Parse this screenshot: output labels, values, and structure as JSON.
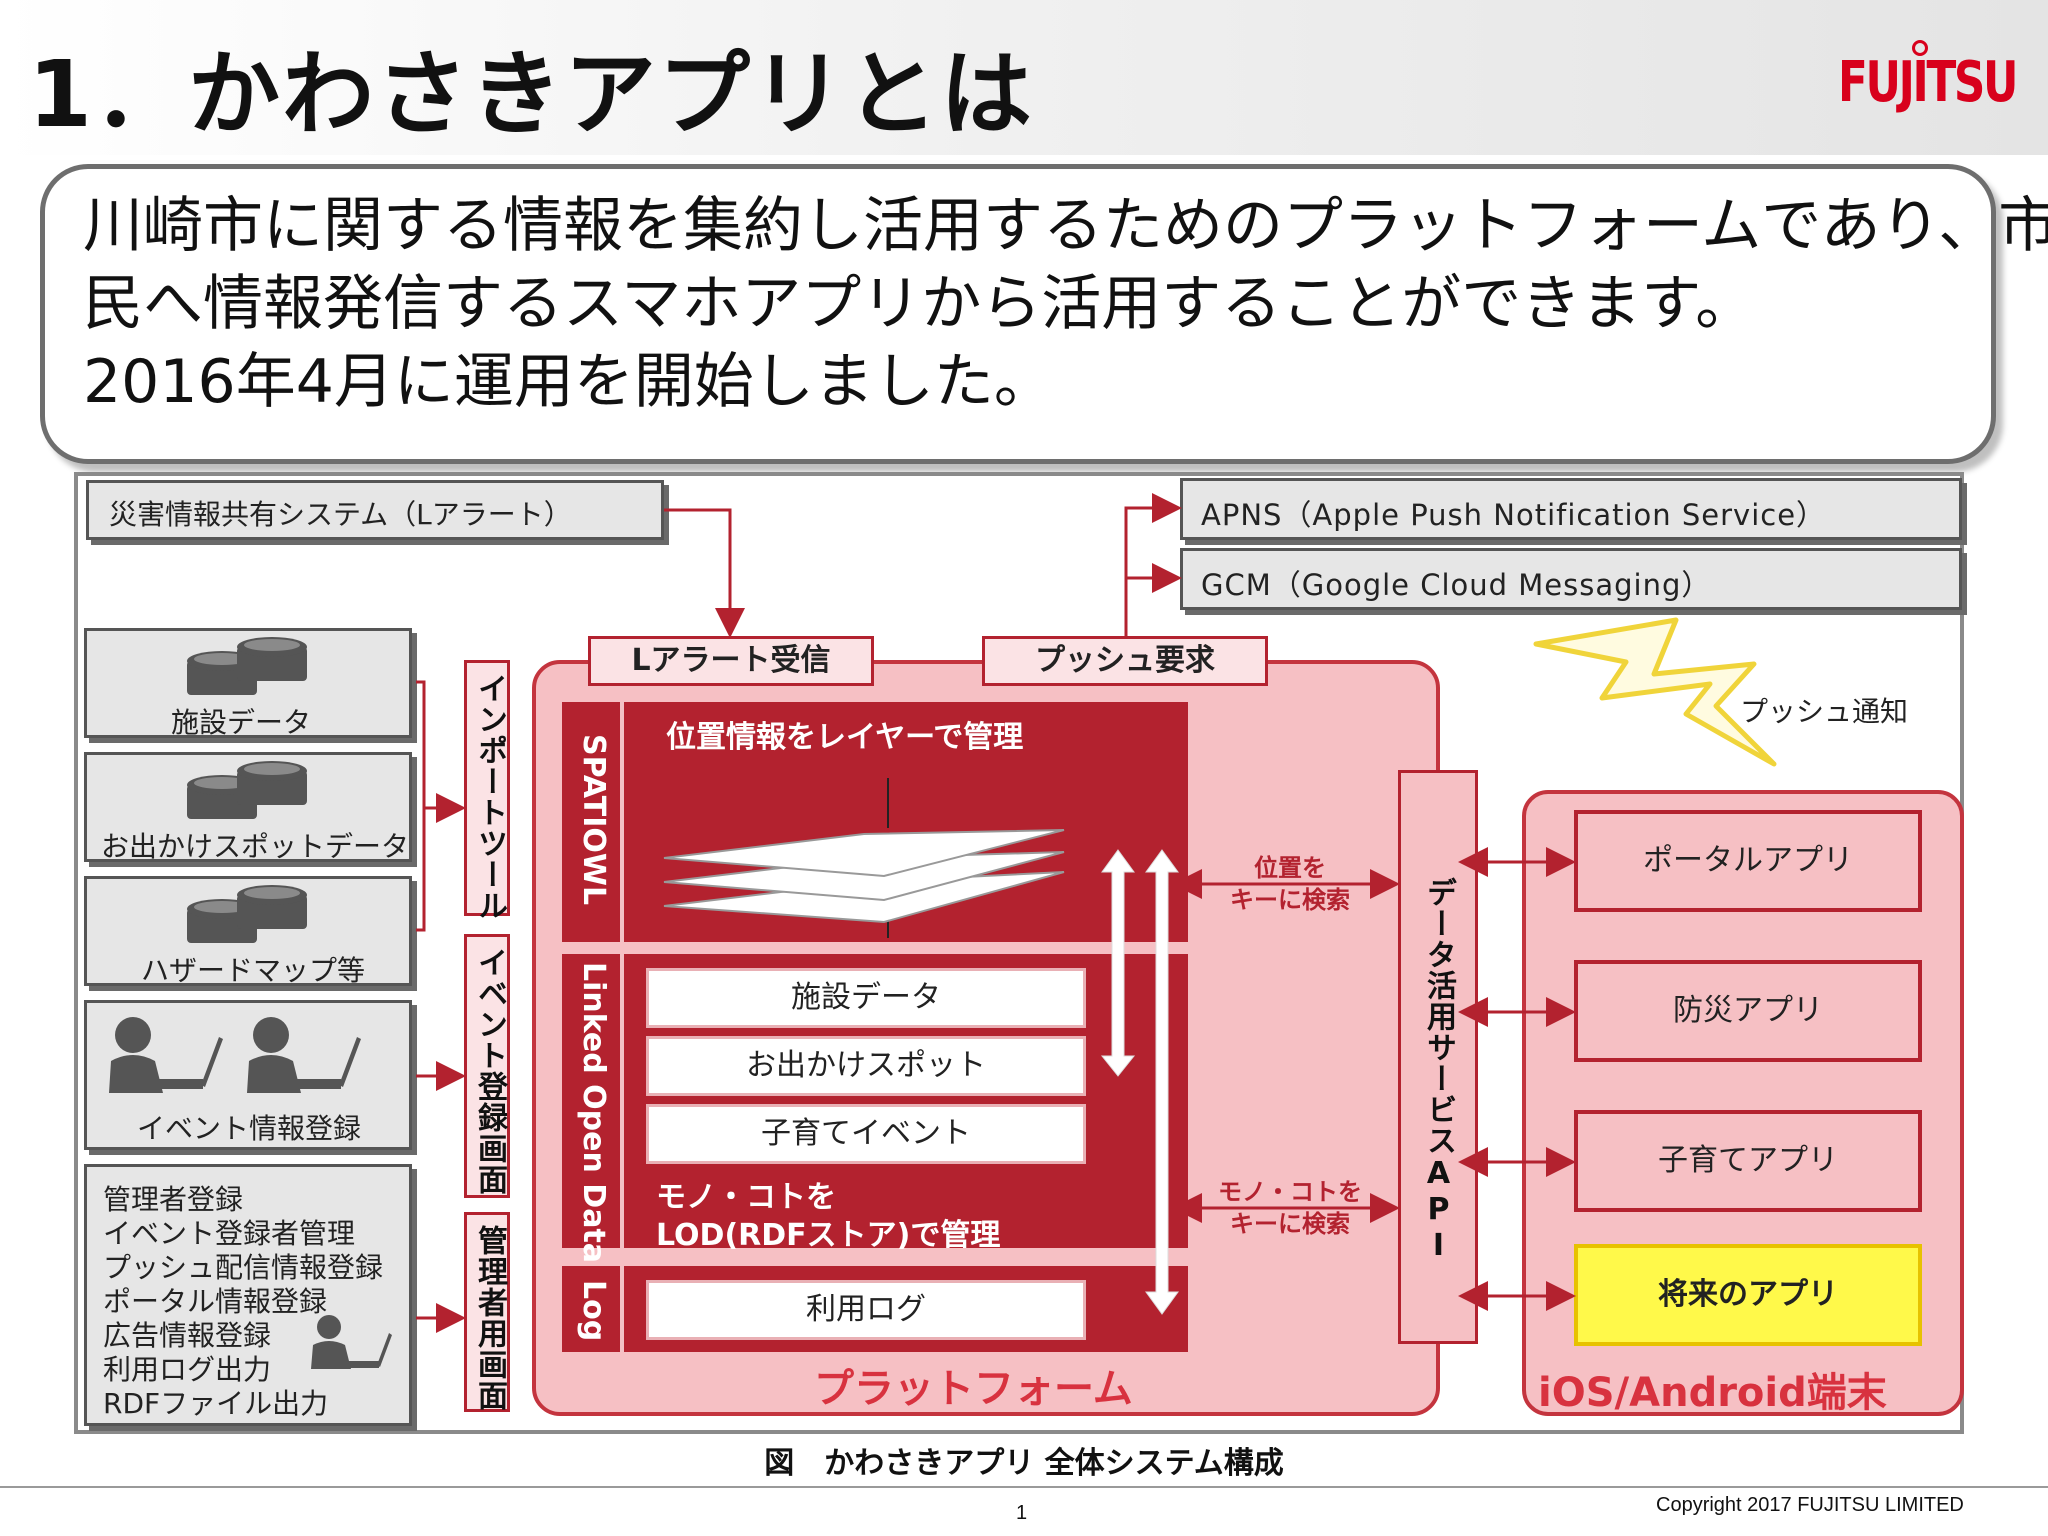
{
  "header": {
    "title": "1．かわさきアプリとは",
    "logo": "FUJITSU"
  },
  "intro": {
    "lines": [
      "川崎市に関する情報を集約し活用するためのプラットフォームであり、市",
      "民へ情報発信するスマホアプリから活用することができます。",
      "2016年4月に運用を開始しました。"
    ]
  },
  "diagram": {
    "lalert_system": "災害情報共有システム（Lアラート）",
    "sources": {
      "facility": "施設データ",
      "outing_spot": "お出かけスポットデータ",
      "hazard_map": "ハザードマップ等",
      "event_registration": "イベント情報登録",
      "admin_items": [
        "管理者登録",
        "イベント登録者管理",
        "プッシュ配信情報登録",
        "ポータル情報登録",
        "広告情報登録",
        "利用ログ出力",
        "RDFファイル出力"
      ]
    },
    "tools": {
      "import_tool": "インポートツール",
      "event_screen": "イベント登録画面",
      "admin_screen": "管理者用画面"
    },
    "top_tabs": {
      "lalert_receive": "Lアラート受信",
      "push_request": "プッシュ要求"
    },
    "spatiowl": {
      "tab": "SPATIOWL",
      "title": "位置情報をレイヤーで管理"
    },
    "lod": {
      "tab": "Linked Open Data",
      "items": [
        "施設データ",
        "お出かけスポット",
        "子育てイベント"
      ],
      "caption_line1": "モノ・コトを",
      "caption_line2": "LOD(RDFストア)で管理"
    },
    "log": {
      "tab": "Log",
      "item": "利用ログ"
    },
    "search_labels": {
      "location_line1": "位置を",
      "location_line2": "キーに検索",
      "thing_line1": "モノ・コトを",
      "thing_line2": "キーに検索"
    },
    "api": "データ活用サービスAPI",
    "platform_label": "プラットフォーム",
    "push_services": {
      "apns": "APNS（Apple Push Notification Service）",
      "gcm": "GCM（Google Cloud Messaging）"
    },
    "push_notification": "プッシュ通知",
    "apps": [
      "ポータルアプリ",
      "防災アプリ",
      "子育てアプリ"
    ],
    "future_app": "将来のアプリ",
    "devices_label": "iOS/Android端末"
  },
  "caption": "図　かわさきアプリ 全体システム構成",
  "footer": {
    "copyright": "Copyright 2017 FUJITSU LIMITED",
    "page": "1"
  },
  "colors": {
    "brand_red": "#d8001c",
    "dark_red": "#b3222f",
    "pink": "#f6c0c4",
    "yellow": "#fff94a"
  }
}
